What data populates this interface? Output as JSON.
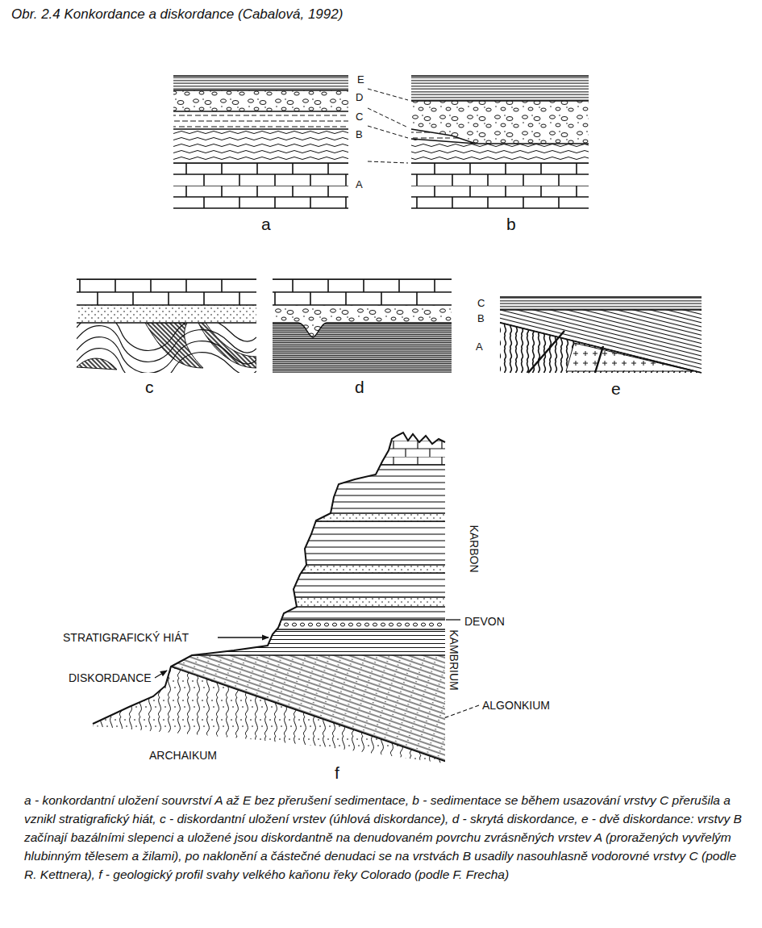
{
  "diagram": {
    "title": "Obr. 2.4 Konkordance a diskordance (Cabalová, 1992)",
    "caption": "a - konkordantní uložení souvrství A až E bez přerušení sedimentace, b - sedimentace se během usazování vrstvy C přerušila a vznikl stratigrafický hiát, c - diskordantní uložení vrstev (úhlová diskordance), d - skrytá diskordance, e - dvě diskordance: vrstvy B začínají bazálními slepenci a uložené jsou diskordantně na denudovaném povrchu zvrásněných vrstev A (proražených vyvřelým hlubinným tělesem a žilami), po naklonění a částečné denudaci se na vrstvách B usadily nasouhlasně vodorovné vrstvy C (podle R. Kettnera), f - geologický profil svahy velkého kaňonu řeky Colorado (podle F. Frecha)",
    "labels": [
      "E",
      "D",
      "C",
      "B",
      "A",
      "a",
      "b",
      "c",
      "d",
      "C",
      "B",
      "A",
      "e",
      "KARBON",
      "STRATIGRAFICKÝ HIÁT",
      "DEVON",
      "DISKORDANCE",
      "KAMBRIUM",
      "ALGONKIUM",
      "ARCHAIKUM",
      "f"
    ]
  }
}
